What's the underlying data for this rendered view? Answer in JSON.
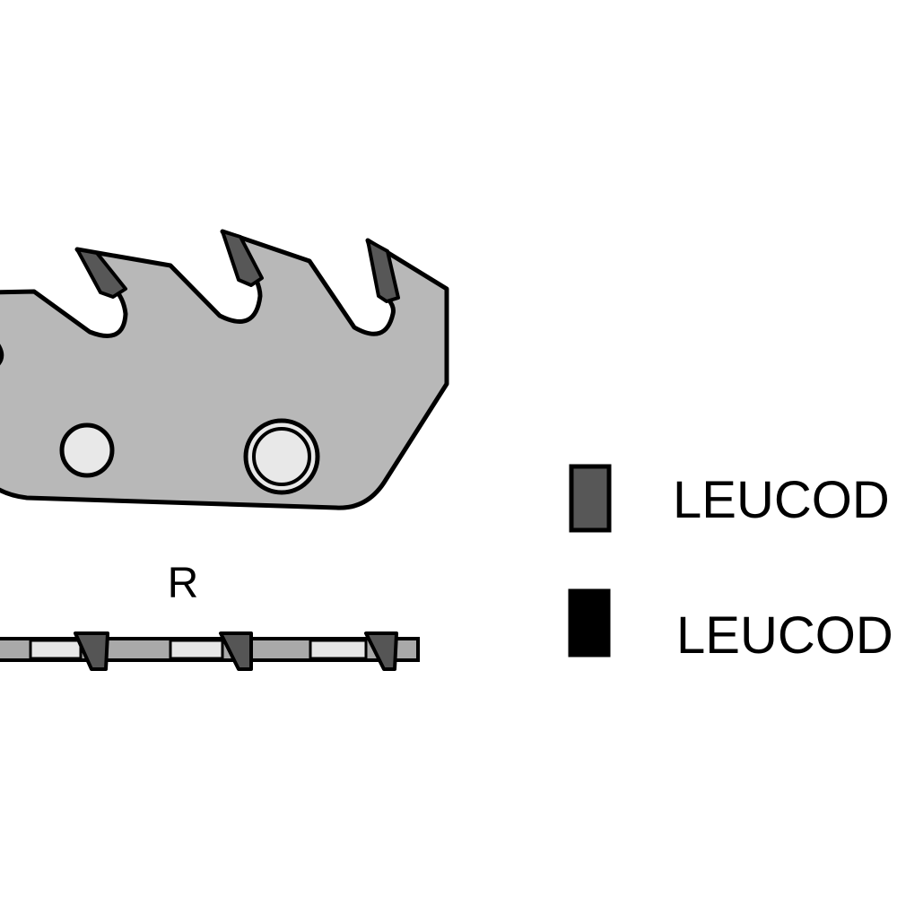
{
  "diagram": {
    "view_label": "R",
    "legend": [
      {
        "label": "LEUCOD",
        "swatch_color": "#575757"
      },
      {
        "label": "LEUCOD",
        "swatch_color": "#000000"
      }
    ]
  },
  "colors": {
    "outline": "#000000",
    "body_fill": "#b8b8b8",
    "hole_fill": "#e8e8e8",
    "tooth_tip": "#575757",
    "tooth_tip_profile": "#555555",
    "profile_band_dark": "#a9a9a9",
    "profile_band_light": "#e6e6e6",
    "background": "#ffffff"
  }
}
